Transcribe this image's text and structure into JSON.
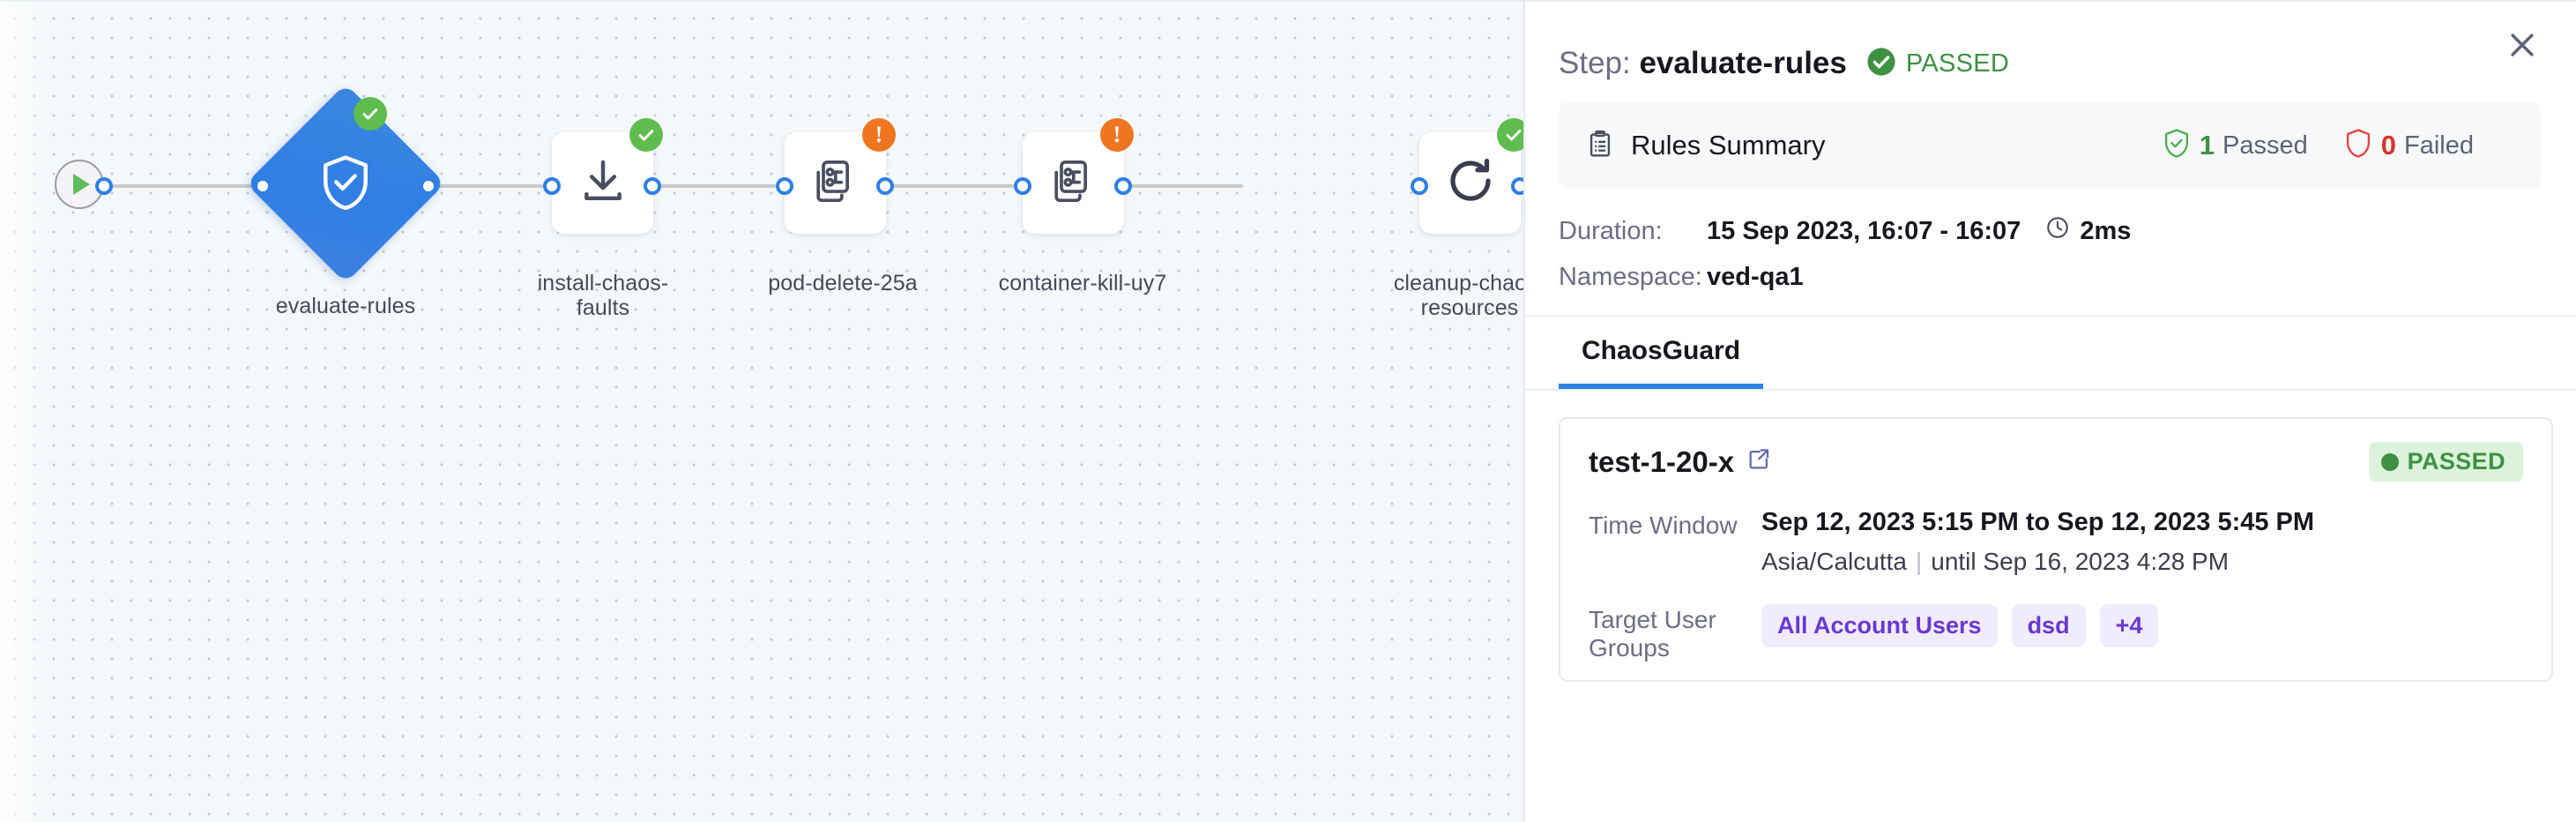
{
  "canvas": {
    "start_node": {
      "icon": "play-icon"
    },
    "nodes": [
      {
        "id": "evaluate-rules",
        "label": "evaluate-rules",
        "shape": "diamond",
        "icon": "shield-check-icon",
        "status": "success",
        "selected": true
      },
      {
        "id": "install-chaos",
        "label": "install-chaos-faults",
        "shape": "square",
        "icon": "download-icon",
        "status": "success",
        "selected": false
      },
      {
        "id": "pod-delete",
        "label": "pod-delete-25a",
        "shape": "square",
        "icon": "chaos-fault-icon",
        "status": "warning",
        "selected": false
      },
      {
        "id": "container-kill",
        "label": "container-kill-uy7",
        "shape": "square",
        "icon": "chaos-fault-icon",
        "status": "warning",
        "selected": false
      },
      {
        "id": "cleanup-chaos",
        "label": "cleanup-chaos-resources",
        "shape": "square",
        "icon": "refresh-icon",
        "status": "success",
        "selected": false
      }
    ]
  },
  "panel": {
    "header": {
      "step_prefix": "Step:",
      "step_name": "evaluate-rules",
      "status_text": "PASSED",
      "status_icon": "check-circle-icon",
      "close_icon": "close-icon"
    },
    "rules_summary": {
      "icon": "clipboard-icon",
      "title": "Rules Summary",
      "passed_count": "1",
      "passed_label": "Passed",
      "passed_icon": "shield-check-icon",
      "failed_count": "0",
      "failed_label": "Failed",
      "failed_icon": "shield-icon"
    },
    "details": {
      "duration_key": "Duration:",
      "duration_value": "15 Sep 2023, 16:07 - 16:07",
      "duration_icon": "clock-icon",
      "duration_ms": "2ms",
      "namespace_key": "Namespace:",
      "namespace_value": "ved-qa1"
    },
    "tabs": [
      {
        "id": "chaosguard",
        "label": "ChaosGuard",
        "active": true
      }
    ],
    "card": {
      "title": "test-1-20-x",
      "link_icon": "external-link-icon",
      "status_text": "PASSED",
      "time_window_key": "Time Window",
      "time_window_value": "Sep 12, 2023 5:15 PM to Sep 12, 2023 5:45 PM",
      "timezone": "Asia/Calcutta",
      "until_text": "until Sep 16, 2023 4:28 PM",
      "target_groups_key": "Target User Groups",
      "target_groups": [
        "All Account Users",
        "dsd",
        "+4"
      ]
    }
  },
  "colors": {
    "accent_blue": "#2f7fe4",
    "success_green": "#3f9142",
    "node_success": "#5fbc4e",
    "warning_orange": "#ef7521",
    "fail_red": "#d9352c",
    "chip_purple": "#6938d3",
    "canvas_bg": "#f4f8fa"
  }
}
